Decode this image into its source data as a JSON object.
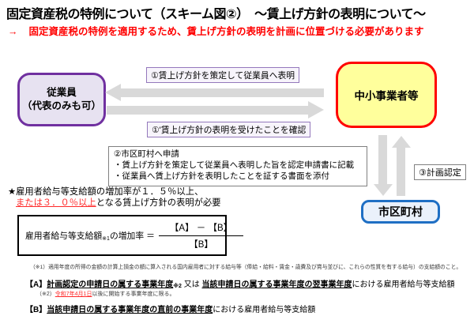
{
  "header": {
    "title": "固定資産税の特例について（スキーム図②）　～賃上げ方針の表明について～",
    "subtitle_arrow": "→",
    "subtitle": "固定資産税の特例を適用するため、賃上げ方針の表明を計画に位置づける必要があります"
  },
  "diagram": {
    "employees_box": {
      "line1": "従業員",
      "line2": "（代表のみも可）"
    },
    "sme_box_label": "中小事業者等",
    "municipality_box_label": "市区町村",
    "arrow_to_employees_label": "①賃上げ方針を策定して従業員へ表明",
    "arrow_to_sme_label": "①'賃上げ方針の表明を受けたことを確認",
    "application_box": {
      "line1": "②市区町村へ申請",
      "line2": "・賃上げ方針を策定して従業員へ表明した旨を認定申請書に記載",
      "line3": "・従業員へ賃上げ方針を表明したことを証する書面を添付"
    },
    "plan_approval_label": "③計画認定"
  },
  "requirement": {
    "line1": "★雇用者給与等支給額の増加率が１．５％以上、",
    "line2_red": "または３．０％以上",
    "line2_rest": "となる賃上げ方針の表明が必要"
  },
  "formula": {
    "lhs": "雇用者給与等支給額",
    "lhs_sub": "※1",
    "lhs_rest": "の増加率 ＝",
    "numerator": "【A】 － 【B】",
    "denominator": "【B】"
  },
  "footnotes": {
    "note1": "（※1）適用年度の所得の金額の計算上損金の額に算入される国内雇用者に対する給与等（俸給・給料・賃金・歳費及び賞与並びに、これらの性質を有する給与）の支給額のこと。",
    "item_a": {
      "label": "【A】",
      "underline1": "計画認定の申請日の属する事業年度",
      "sub": "※2",
      "mid": " 又は ",
      "underline2": "当該申請日の属する事業年度の翌事業年度",
      "rest": "における雇用者給与等支給額"
    },
    "note2_prefix": "（※2）",
    "note2_red": "令和7年4月1日",
    "note2_rest": "以後に開始する事業年度に限る。",
    "item_b": {
      "label": "【B】",
      "underline1": "当該申請日の属する事業年度の直前の事業年度",
      "rest": "における雇用者給与等支給額"
    }
  },
  "colors": {
    "accent_red": "#ff0000",
    "employees_fill": "#e7e2f1",
    "employees_border": "#7030a0",
    "sme_fill": "#ffff9c",
    "sme_border": "#ff0000",
    "municipality_fill": "#eaf1fb",
    "municipality_border": "#1f6fc4",
    "arrow_gray": "#d9d9d9"
  }
}
